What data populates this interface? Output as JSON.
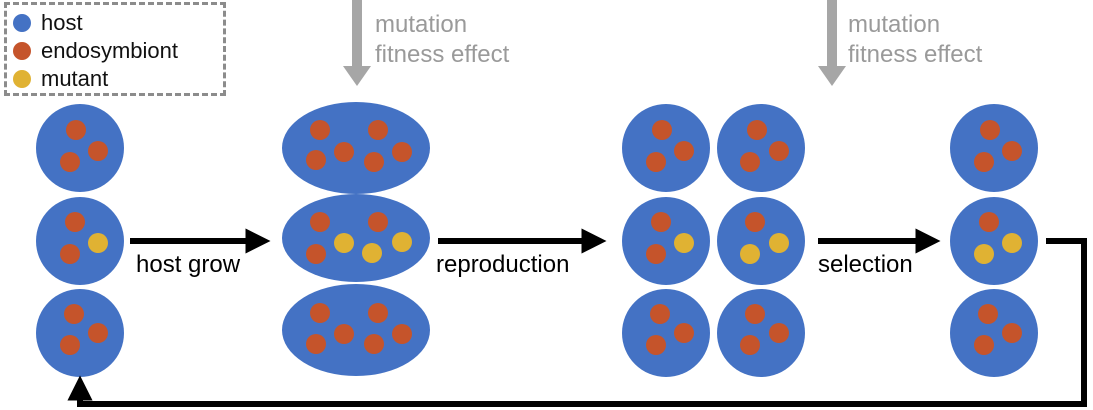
{
  "colors": {
    "host": "#4472c4",
    "endosymbiont": "#c5542b",
    "mutant": "#e0b233",
    "arrow": "#000000",
    "mutation_arrow": "#a6a6a6",
    "mutation_text": "#9a9a9a",
    "legend_border": "#8c8c8c"
  },
  "legend": {
    "items": [
      {
        "label": "host",
        "color": "#4472c4"
      },
      {
        "label": "endosymbiont",
        "color": "#c5542b"
      },
      {
        "label": "mutant",
        "color": "#e0b233"
      }
    ]
  },
  "mutation_labels": [
    {
      "line1": "mutation",
      "line2": "fitness effect"
    },
    {
      "line1": "mutation",
      "line2": "fitness effect"
    }
  ],
  "steps": [
    "host grow",
    "reproduction",
    "selection"
  ]
}
